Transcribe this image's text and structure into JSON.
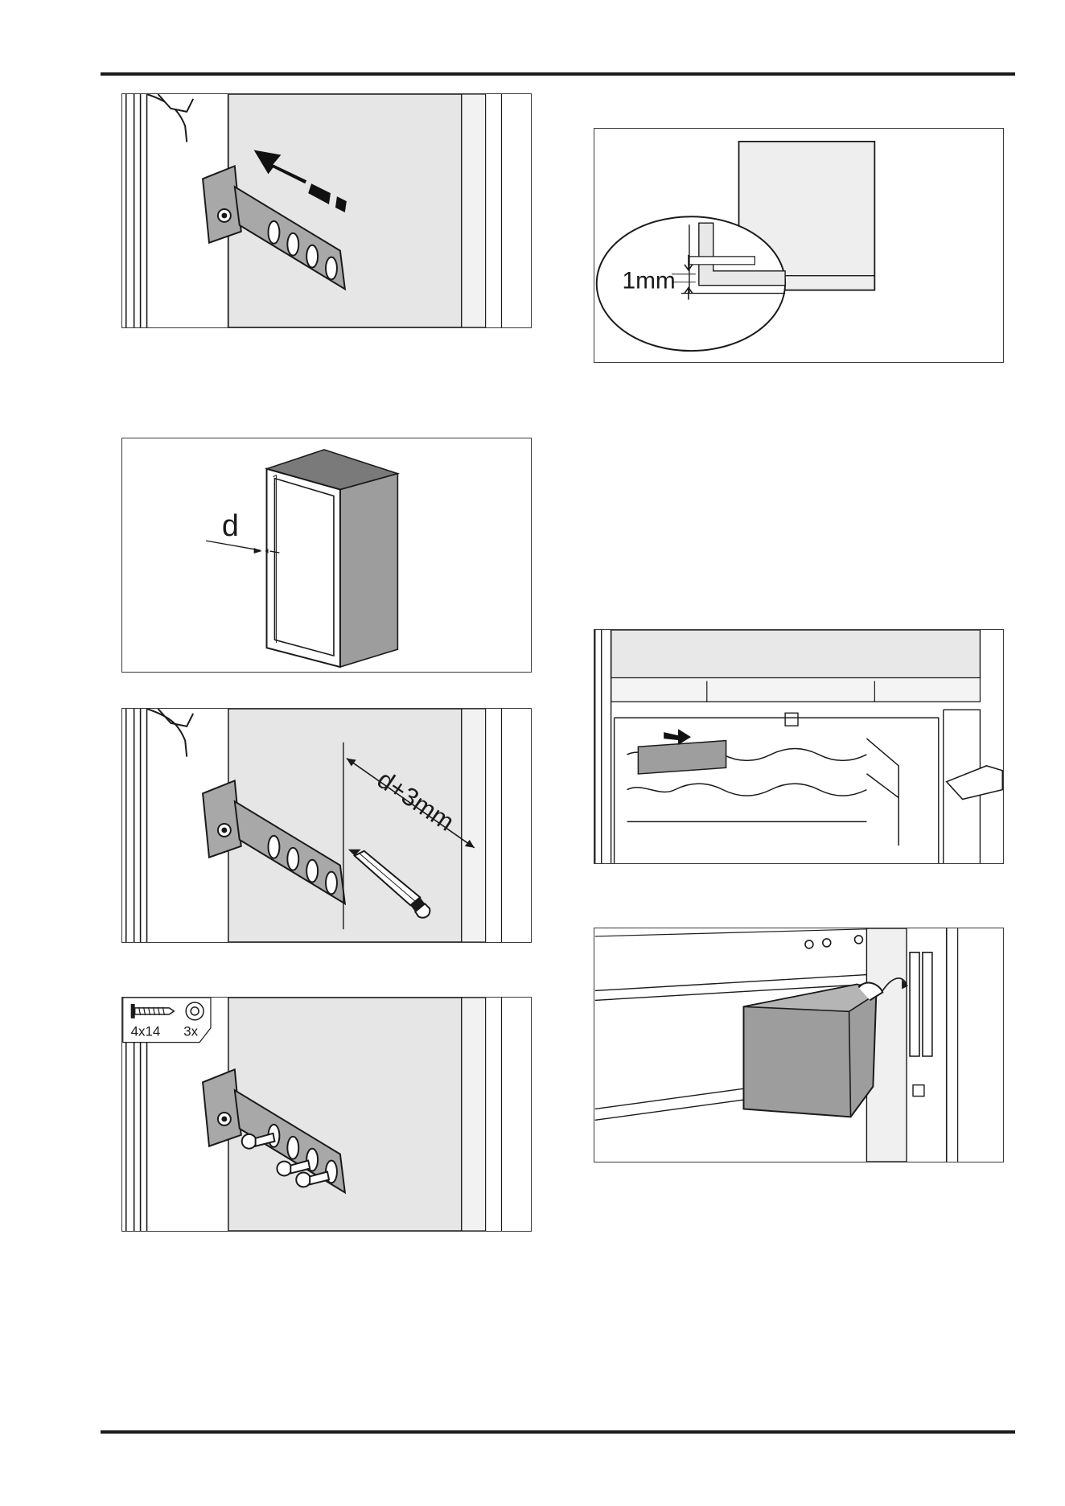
{
  "page": {
    "header_rule": true,
    "footer_rule": true
  },
  "figures": {
    "gap_detail": {
      "dimension_label": "1mm"
    },
    "door_gap": {
      "dimension_label": "d"
    },
    "marking": {
      "dimension_label": "d+3mm"
    },
    "screws": {
      "screw_spec": "4x14",
      "quantity": "3x"
    }
  },
  "icons": [
    "arrow-icon",
    "pencil-icon",
    "screw-icon",
    "torx-icon"
  ],
  "colors": {
    "panel_gray": "#e6e6e6",
    "cabinet_gray": "#9d9d9d",
    "line": "#1a1a1a"
  }
}
